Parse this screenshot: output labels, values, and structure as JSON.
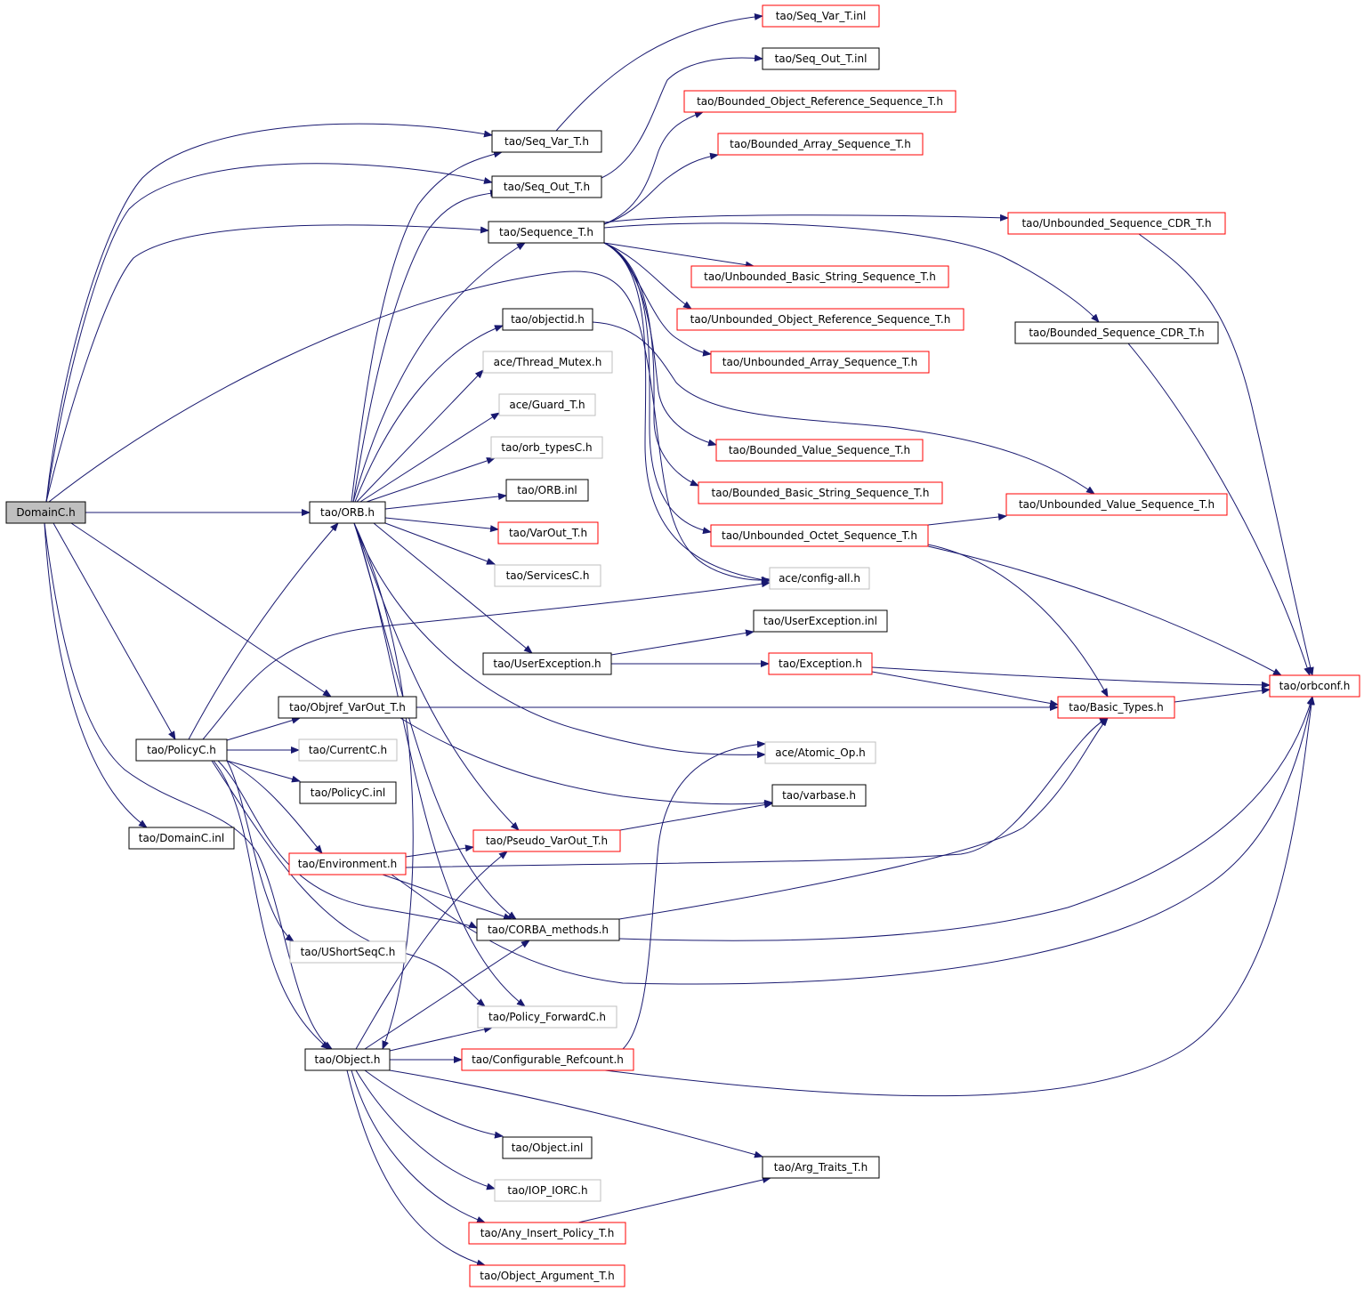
{
  "colors": {
    "edge": "#191970",
    "border_documented": "#000000",
    "border_with_children": "#ff0000",
    "border_undocumented": "#bfbfbf",
    "root_fill": "#bfbfbf",
    "node_fill": "#ffffff"
  },
  "graph": {
    "root": "DomainC.h",
    "nodes": [
      {
        "id": "DomainC.h",
        "style": "root"
      },
      {
        "id": "tao/Seq_Var_T.inl",
        "style": "truncated"
      },
      {
        "id": "tao/Seq_Out_T.inl",
        "style": "documented"
      },
      {
        "id": "tao/Bounded_Object_Reference_Sequence_T.h",
        "style": "truncated"
      },
      {
        "id": "tao/Bounded_Array_Sequence_T.h",
        "style": "truncated"
      },
      {
        "id": "tao/Seq_Var_T.h",
        "style": "documented"
      },
      {
        "id": "tao/Seq_Out_T.h",
        "style": "documented"
      },
      {
        "id": "tao/Sequence_T.h",
        "style": "documented"
      },
      {
        "id": "tao/Unbounded_Sequence_CDR_T.h",
        "style": "truncated"
      },
      {
        "id": "tao/Unbounded_Basic_String_Sequence_T.h",
        "style": "truncated"
      },
      {
        "id": "tao/Unbounded_Object_Reference_Sequence_T.h",
        "style": "truncated"
      },
      {
        "id": "tao/objectid.h",
        "style": "documented"
      },
      {
        "id": "tao/Bounded_Sequence_CDR_T.h",
        "style": "documented"
      },
      {
        "id": "ace/Thread_Mutex.h",
        "style": "undocumented"
      },
      {
        "id": "tao/Unbounded_Array_Sequence_T.h",
        "style": "truncated"
      },
      {
        "id": "ace/Guard_T.h",
        "style": "undocumented"
      },
      {
        "id": "tao/orb_typesC.h",
        "style": "undocumented"
      },
      {
        "id": "tao/Bounded_Value_Sequence_T.h",
        "style": "truncated"
      },
      {
        "id": "tao/ORB.inl",
        "style": "documented"
      },
      {
        "id": "tao/Bounded_Basic_String_Sequence_T.h",
        "style": "truncated"
      },
      {
        "id": "tao/Unbounded_Value_Sequence_T.h",
        "style": "truncated"
      },
      {
        "id": "tao/ORB.h",
        "style": "documented"
      },
      {
        "id": "tao/VarOut_T.h",
        "style": "truncated"
      },
      {
        "id": "tao/Unbounded_Octet_Sequence_T.h",
        "style": "truncated"
      },
      {
        "id": "tao/ServicesC.h",
        "style": "undocumented"
      },
      {
        "id": "ace/config-all.h",
        "style": "undocumented"
      },
      {
        "id": "tao/UserException.inl",
        "style": "documented"
      },
      {
        "id": "tao/UserException.h",
        "style": "documented"
      },
      {
        "id": "tao/Exception.h",
        "style": "truncated"
      },
      {
        "id": "tao/orbconf.h",
        "style": "truncated"
      },
      {
        "id": "tao/Objref_VarOut_T.h",
        "style": "documented"
      },
      {
        "id": "tao/Basic_Types.h",
        "style": "truncated"
      },
      {
        "id": "tao/PolicyC.h",
        "style": "documented"
      },
      {
        "id": "tao/CurrentC.h",
        "style": "undocumented"
      },
      {
        "id": "ace/Atomic_Op.h",
        "style": "undocumented"
      },
      {
        "id": "tao/PolicyC.inl",
        "style": "documented"
      },
      {
        "id": "tao/varbase.h",
        "style": "documented"
      },
      {
        "id": "tao/DomainC.inl",
        "style": "documented"
      },
      {
        "id": "tao/Pseudo_VarOut_T.h",
        "style": "truncated"
      },
      {
        "id": "tao/Environment.h",
        "style": "truncated"
      },
      {
        "id": "tao/CORBA_methods.h",
        "style": "documented"
      },
      {
        "id": "tao/UShortSeqC.h",
        "style": "undocumented"
      },
      {
        "id": "tao/Policy_ForwardC.h",
        "style": "undocumented"
      },
      {
        "id": "tao/Object.h",
        "style": "documented"
      },
      {
        "id": "tao/Configurable_Refcount.h",
        "style": "truncated"
      },
      {
        "id": "tao/Object.inl",
        "style": "documented"
      },
      {
        "id": "tao/Arg_Traits_T.h",
        "style": "documented"
      },
      {
        "id": "tao/IOP_IORC.h",
        "style": "undocumented"
      },
      {
        "id": "tao/Any_Insert_Policy_T.h",
        "style": "truncated"
      },
      {
        "id": "tao/Object_Argument_T.h",
        "style": "truncated"
      }
    ]
  }
}
